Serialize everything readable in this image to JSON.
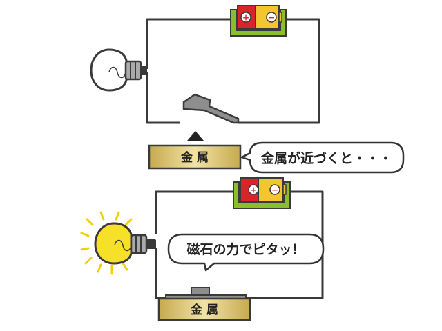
{
  "colors": {
    "wire": "#3a3a3a",
    "battery_red": "#d9252a",
    "battery_yellow": "#f3c530",
    "battery_holder": "#8bbf2a",
    "bulb_lit": "#f7e02a",
    "bulb_glow": "#f2cf00",
    "bulb_off": "#ffffff",
    "metal_gold": "#c9ad5a",
    "switch_gray": "#8e8e8e",
    "bubble_border": "#333333"
  },
  "top_circuit": {
    "battery": {
      "plus": "+",
      "minus": "−"
    },
    "metal_label": "金 属",
    "speech": "金属が近づくと・・・"
  },
  "bottom_circuit": {
    "battery": {
      "plus": "+",
      "minus": "−"
    },
    "metal_label": "金 属",
    "speech": "磁石の力でピタッ！"
  },
  "icons": {
    "top_bulb": "light-bulb-off-icon",
    "bottom_bulb": "light-bulb-lit-icon",
    "arrow": "triangle-up-icon",
    "top_switch": "reed-switch-open-icon",
    "bottom_switch": "reed-switch-closed-icon"
  }
}
